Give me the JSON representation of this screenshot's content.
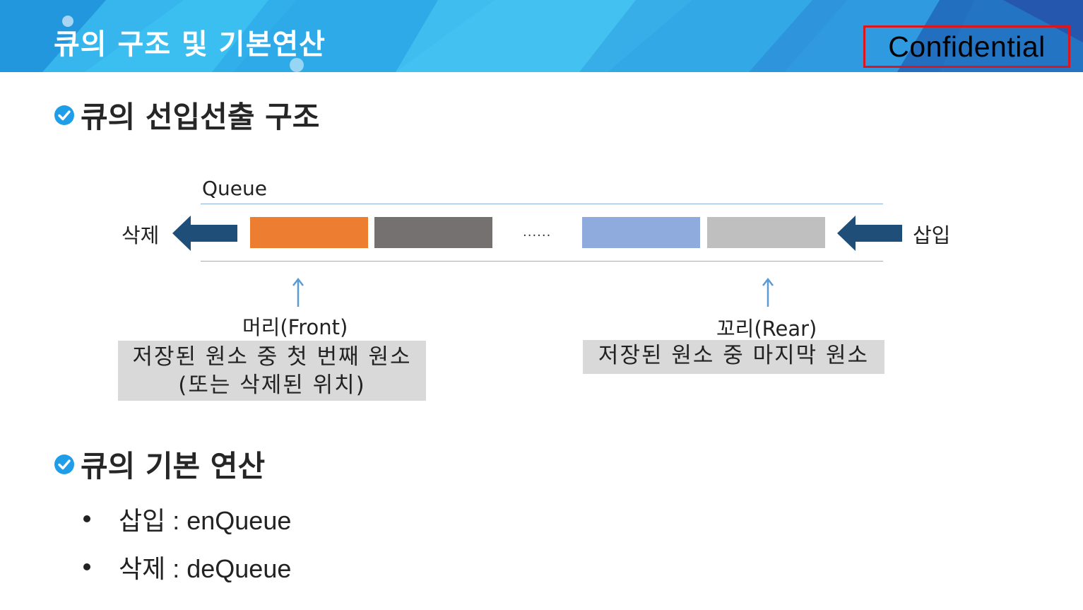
{
  "header": {
    "title": "큐의 구조 및 기본연산",
    "badge": "Confidential",
    "colors": {
      "band_light": "#3fc3f2",
      "band_mid": "#2aa3e6",
      "band_dark": "#1f64b8",
      "badge_border": "#d8171e"
    }
  },
  "section1": {
    "heading": "큐의 선입선출 구조"
  },
  "diagram": {
    "queue_label": "Queue",
    "delete_label": "삭제",
    "insert_label": "삽입",
    "ellipsis": "......",
    "boxes": [
      {
        "name": "front-element",
        "color": "#ed7d31"
      },
      {
        "name": "second-element",
        "color": "#767171"
      },
      {
        "name": "second-last-element",
        "color": "#8faadc"
      },
      {
        "name": "rear-element",
        "color": "#bfbfbf"
      }
    ],
    "arrow_color": "#1f4e79",
    "front_label": "머리(Front)",
    "front_desc_line1": "저장된 원소 중 첫 번째 원소",
    "front_desc_line2": "(또는 삭제된 위치)",
    "rear_label": "꼬리(Rear)",
    "rear_desc": "저장된 원소 중 마지막 원소"
  },
  "section2": {
    "heading": "큐의 기본 연산",
    "items": [
      {
        "text": "삽입 : enQueue"
      },
      {
        "text": "삭제 : deQueue"
      }
    ]
  }
}
